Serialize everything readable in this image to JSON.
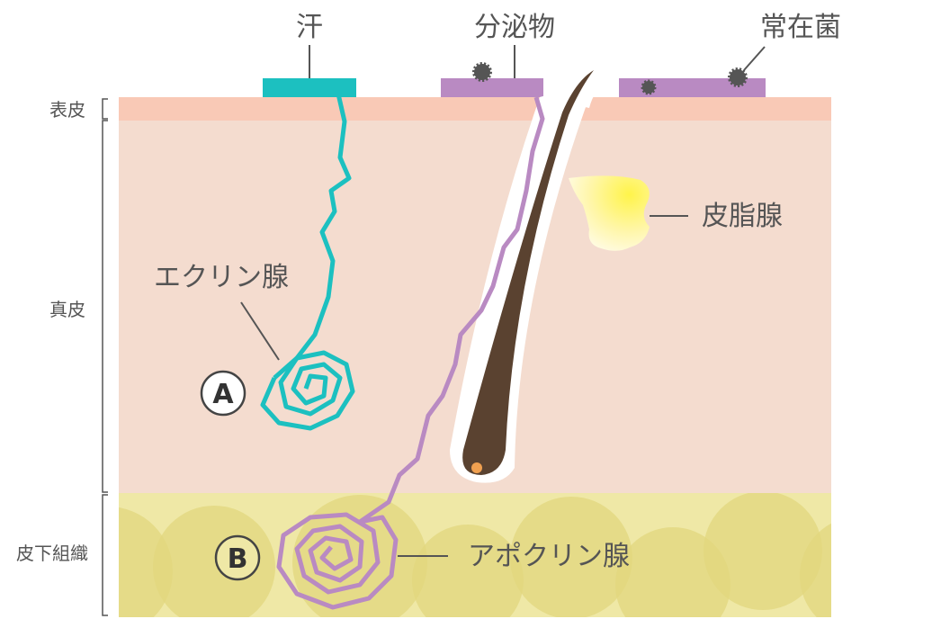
{
  "top_labels": {
    "sweat": "汗",
    "secretion": "分泌物",
    "resident_bacteria": "常在菌"
  },
  "layers": {
    "epidermis": "表皮",
    "dermis": "真皮",
    "subcutaneous": "皮下組織"
  },
  "glands": {
    "sebaceous": "皮脂腺",
    "eccrine": "エクリン腺",
    "apocrine": "アポクリン腺"
  },
  "markers": {
    "a": "A",
    "b": "B"
  },
  "colors": {
    "epidermis": "#f9c9b6",
    "dermis": "#f4dccf",
    "subcutaneous": "#efe8a6",
    "fat_cell": "#e2d77e",
    "eccrine": "#1cc0c0",
    "apocrine": "#b98ac2",
    "hair": "#5a4230",
    "sebum": "#fff27a",
    "bacteria": "#555555",
    "text": "#555555"
  }
}
